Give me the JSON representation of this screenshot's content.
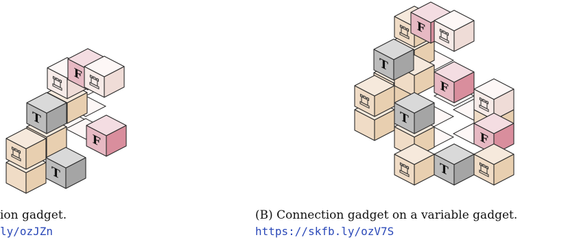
{
  "subfigures": [
    {
      "id": "left",
      "caption_tail": "ion gadget.",
      "link_tail": "ly/ozJZn",
      "cubes": [
        {
          "face": "rook",
          "tint": "white"
        },
        {
          "face": "F",
          "tint": "pink"
        },
        {
          "face": "rook",
          "tint": "white"
        },
        {
          "face": "T",
          "tint": "gray"
        },
        {
          "face": "F",
          "tint": "pink"
        },
        {
          "face": "rook",
          "tint": "beige"
        },
        {
          "face": "T",
          "tint": "gray"
        }
      ]
    },
    {
      "id": "right",
      "label": "(B)",
      "caption": "Connection gadget on a variable gadget.",
      "link": "https://skfb.ly/ozV7S",
      "cubes": [
        {
          "face": "rook",
          "tint": "beige"
        },
        {
          "face": "F",
          "tint": "pink"
        },
        {
          "face": "rook",
          "tint": "white"
        },
        {
          "face": "T",
          "tint": "gray"
        },
        {
          "face": "F",
          "tint": "pink"
        },
        {
          "face": "rook",
          "tint": "beige"
        },
        {
          "face": "T",
          "tint": "gray"
        },
        {
          "face": "rook",
          "tint": "white"
        },
        {
          "face": "F",
          "tint": "pink"
        },
        {
          "face": "rook",
          "tint": "beige"
        },
        {
          "face": "T",
          "tint": "gray"
        },
        {
          "face": "rook",
          "tint": "beige"
        }
      ]
    }
  ],
  "colors": {
    "beige_top": "#f6e9dc",
    "beige_left": "#f0dcc6",
    "beige_right": "#e8cfb0",
    "white_top": "#fdf7f6",
    "white_left": "#f7ebe8",
    "white_right": "#efdcd7",
    "pink_top": "#f4dde2",
    "pink_left": "#e7b9c3",
    "pink_right": "#d98e9d",
    "gray_top": "#d9d9d9",
    "gray_left": "#bcbcbc",
    "gray_right": "#a5a5a5",
    "link": "#2a48b8"
  }
}
